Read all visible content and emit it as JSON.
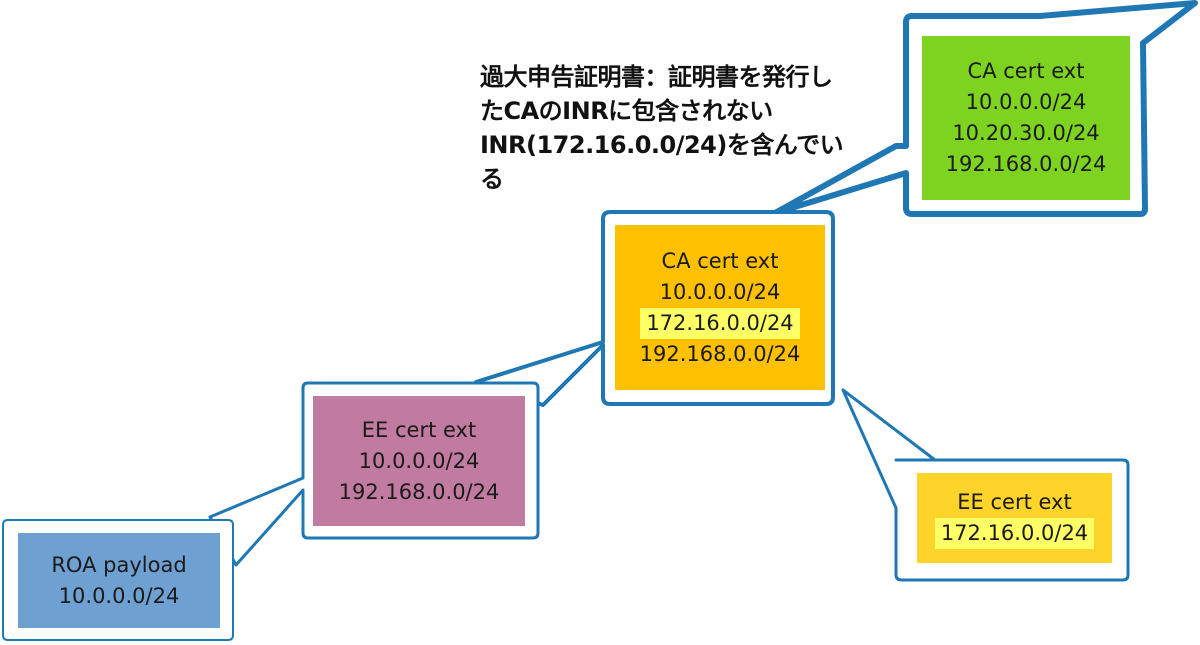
{
  "note": "過大申告証明書：証明書を発行したCAのINRに包含されないINR(172.16.0.0/24)を含んでいる",
  "colors": {
    "outline": "#1f78b4",
    "green": "#7ed321",
    "orange": "#ffc000",
    "pink": "#c27ba0",
    "yellow": "#ffd42a",
    "blue": "#6fa0d2",
    "highlight": "#ffff66"
  },
  "boxes": {
    "ca_top": {
      "title": "CA cert ext",
      "lines": [
        "10.0.0.0/24",
        "10.20.30.0/24",
        "192.168.0.0/24"
      ]
    },
    "ca_mid": {
      "title": "CA cert ext",
      "lines": [
        "10.0.0.0/24",
        "172.16.0.0/24",
        "192.168.0.0/24"
      ]
    },
    "ee_left": {
      "title": "EE cert ext",
      "lines": [
        "10.0.0.0/24",
        "192.168.0.0/24"
      ]
    },
    "ee_right": {
      "title": "EE cert ext",
      "lines": [
        "172.16.0.0/24"
      ]
    },
    "roa": {
      "title": "ROA payload",
      "lines": [
        "10.0.0.0/24"
      ]
    }
  }
}
